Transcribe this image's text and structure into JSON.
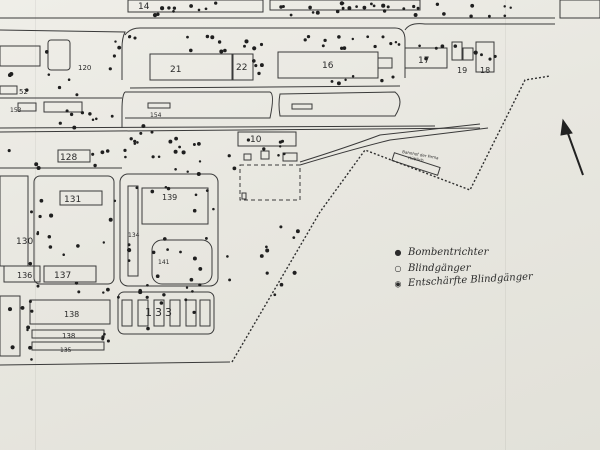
{
  "map": {
    "building_labels": {
      "b14": "14",
      "b120": "120",
      "b21": "21",
      "b22": "22",
      "b16": "16",
      "b17": "17",
      "b18": "18",
      "b19": "19",
      "b52": "52",
      "b153": "153",
      "b154": "154",
      "b10": "10",
      "b128": "128",
      "b131": "131",
      "b139": "139",
      "b130": "130",
      "b134": "134",
      "b141": "141",
      "b136": "136",
      "b137": "137",
      "b138a": "138",
      "b133": "133",
      "b138b": "138",
      "b135": "135"
    },
    "station_label": "Bahnhof der Firma",
    "station_label_2": "Hüttlich",
    "legend": [
      {
        "symbol": "●",
        "label": "Bombentrichter"
      },
      {
        "symbol": "○",
        "label": "Blindgänger"
      },
      {
        "symbol": "◉",
        "label": "Entschärfte Blindgänger"
      }
    ],
    "north_arrow_icon": "north-arrow-icon"
  }
}
